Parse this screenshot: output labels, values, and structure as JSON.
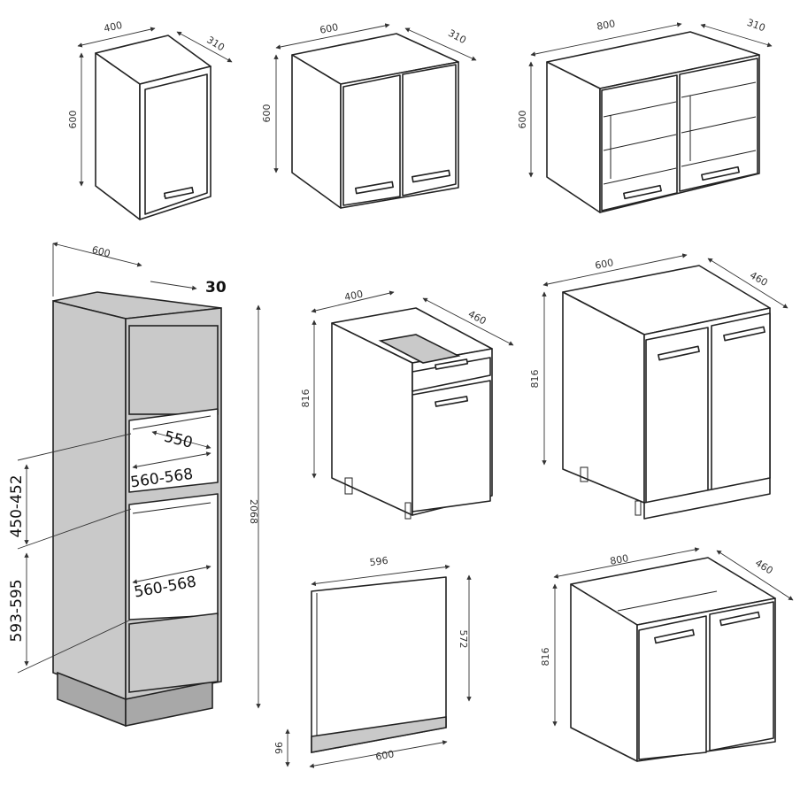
{
  "cabinets": {
    "wall_400": {
      "width": "400",
      "depth": "310",
      "height": "600"
    },
    "wall_600": {
      "width": "600",
      "depth": "310",
      "height": "600"
    },
    "wall_800_glass": {
      "width": "800",
      "depth": "310",
      "height": "600"
    },
    "tall_oven": {
      "width": "600",
      "top_thickness": "30",
      "height": "2068",
      "niche_depth_upper": "550",
      "niche_width_upper": "560-568",
      "niche_width_lower": "560-568",
      "niche_height_upper": "450-452",
      "niche_height_lower": "593-595"
    },
    "base_400_drawer": {
      "width": "400",
      "depth": "460",
      "height": "816"
    },
    "base_600": {
      "width": "600",
      "depth": "460",
      "height": "816"
    },
    "dishwasher_panel": {
      "width_top": "596",
      "height": "572",
      "width_bottom": "600",
      "plinth": "96"
    },
    "sink_800": {
      "width": "800",
      "depth": "460",
      "height": "816"
    }
  }
}
